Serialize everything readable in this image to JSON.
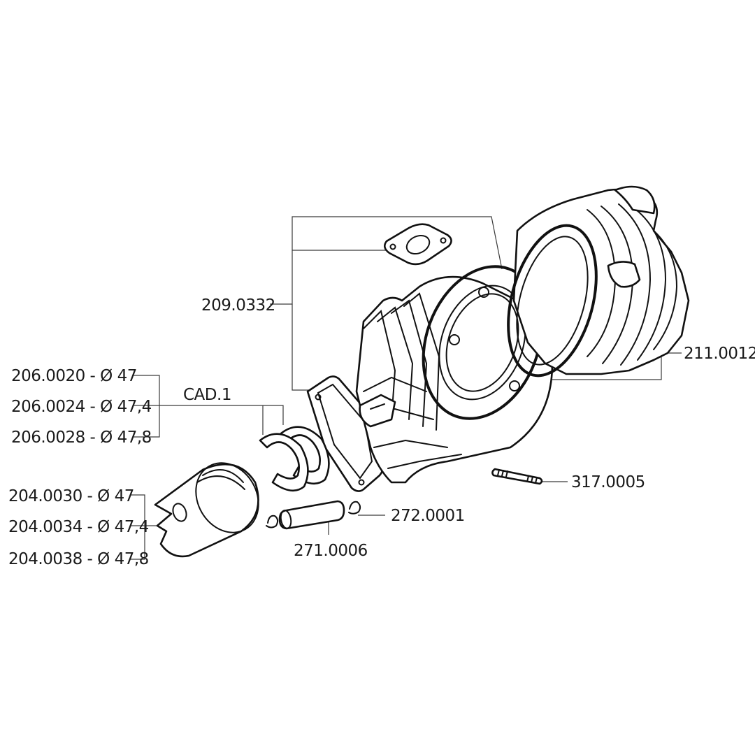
{
  "diagram": {
    "labels": {
      "gasket_set": "209.0332",
      "cylinder_head": "211.0012",
      "ring_a": "206.0020 - Ø 47",
      "ring_b": "206.0024 - Ø 47,4",
      "ring_c": "206.0028 - Ø 47,8",
      "ring_qty": "CAD.1",
      "piston_a": "204.0030 - Ø 47",
      "piston_b": "204.0034 - Ø 47,4",
      "piston_c": "204.0038 - Ø 47,8",
      "stud": "317.0005",
      "circlip": "272.0001",
      "piston_pin": "271.0006"
    }
  }
}
